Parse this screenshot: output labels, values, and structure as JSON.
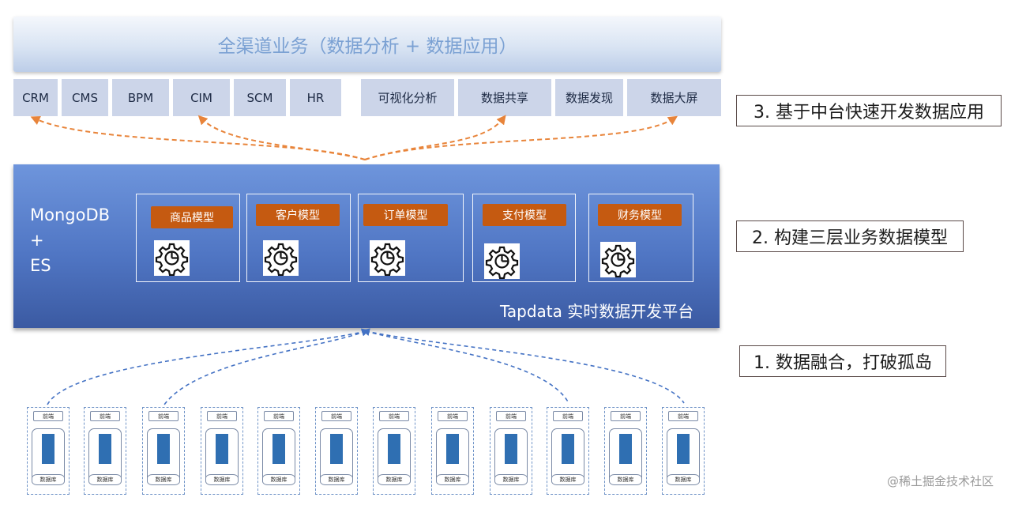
{
  "banner": {
    "title": "全渠道业务（数据分析 + 数据应用）"
  },
  "apps": [
    "CRM",
    "CMS",
    "BPM",
    "CIM",
    "SCM",
    "HR",
    "可视化分析",
    "数据共享",
    "数据发现",
    "数据大屏"
  ],
  "platform": {
    "left_lines": [
      "MongoDB",
      "+",
      "ES"
    ],
    "name": "Tapdata 实时数据开发平台",
    "models": [
      "商品模型",
      "客户模型",
      "订单模型",
      "支付模型",
      "财务模型"
    ]
  },
  "steps": {
    "step3": "3. 基于中台快速开发数据应用",
    "step2": "2. 构建三层业务数据模型",
    "step1": "1. 数据融合，打破孤岛"
  },
  "sources": {
    "top_label": "前端",
    "bottom_label": "数据库",
    "count": 12
  },
  "watermark": "@稀土掘金技术社区",
  "colors": {
    "arrow_top": "#e8843a",
    "arrow_bottom": "#4472c4",
    "model_button": "#c55a11",
    "platform": "#5076c4"
  }
}
